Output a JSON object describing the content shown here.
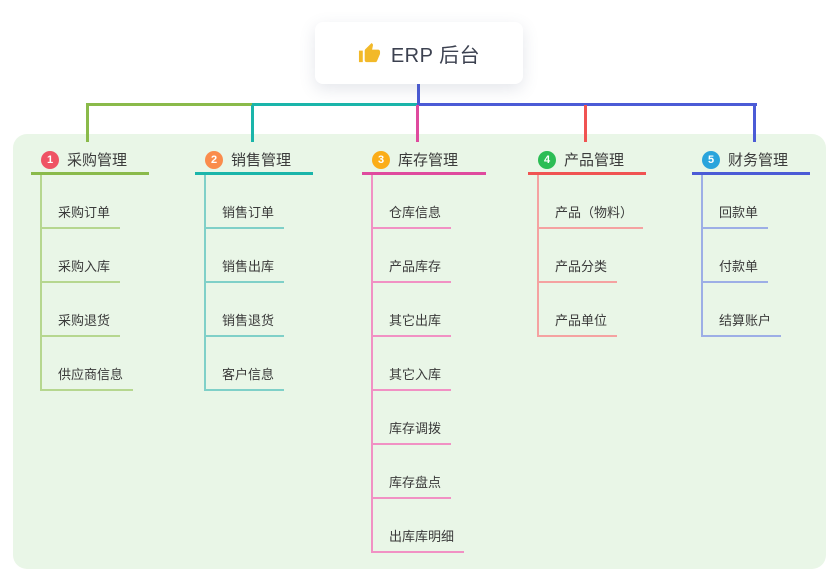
{
  "root": {
    "label": "ERP 后台",
    "icon": "thumbs-up-icon"
  },
  "colors": {
    "page_bg": "#ffffff",
    "panel_bg": "#e9f6e7",
    "root_stem": "#4b5bd6",
    "thumb_icon": "#f2b929",
    "text": "#3b3b3b"
  },
  "branches": [
    {
      "num": "1",
      "label": "采购管理",
      "colors": {
        "line": "#8aba4a",
        "child": "#b6d78f",
        "badge": "#ef5364"
      },
      "children": [
        "采购订单",
        "采购入库",
        "采购退货",
        "供应商信息"
      ]
    },
    {
      "num": "2",
      "label": "销售管理",
      "colors": {
        "line": "#1ab5aa",
        "child": "#7fd0c8",
        "badge": "#fa8c4c"
      },
      "children": [
        "销售订单",
        "销售出库",
        "销售退货",
        "客户信息"
      ]
    },
    {
      "num": "3",
      "label": "库存管理",
      "colors": {
        "line": "#df4a9e",
        "child": "#f191c4",
        "badge": "#fbad18"
      },
      "children": [
        "仓库信息",
        "产品库存",
        "其它出库",
        "其它入库",
        "库存调拨",
        "库存盘点",
        "出库库明细"
      ]
    },
    {
      "num": "4",
      "label": "产品管理",
      "colors": {
        "line": "#f05352",
        "child": "#f5a2a1",
        "badge": "#2cbd55"
      },
      "children": [
        "产品（物料）",
        "产品分类",
        "产品单位"
      ]
    },
    {
      "num": "5",
      "label": "财务管理",
      "colors": {
        "line": "#4b5bd6",
        "child": "#9daee6",
        "badge": "#2aa4dc"
      },
      "children": [
        "回款单",
        "付款单",
        "结算账户"
      ]
    }
  ]
}
